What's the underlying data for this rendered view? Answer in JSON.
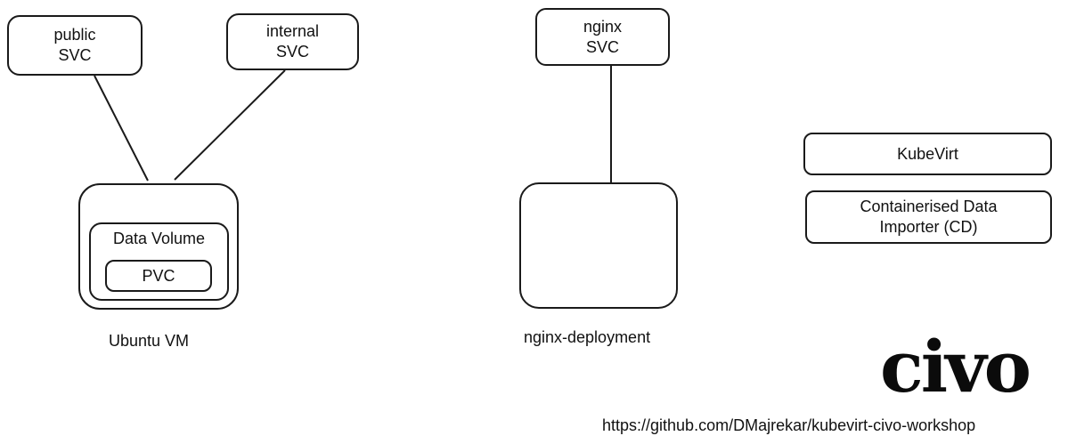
{
  "services": {
    "public": {
      "line1": "public",
      "line2": "SVC"
    },
    "internal": {
      "line1": "internal",
      "line2": "SVC"
    },
    "nginx": {
      "line1": "nginx",
      "line2": "SVC"
    }
  },
  "ubuntu_vm": {
    "data_volume_label": "Data Volume",
    "pvc_label": "PVC",
    "caption": "Ubuntu VM"
  },
  "nginx_deployment": {
    "caption": "nginx-deployment"
  },
  "components": {
    "kubevirt": "KubeVirt",
    "cdi_line1": "Containerised Data",
    "cdi_line2": "Importer (CD)"
  },
  "logo": {
    "text": "civo"
  },
  "footer": {
    "url": "https://github.com/DMajrekar/kubevirt-civo-workshop"
  },
  "colors": {
    "stroke": "#1a1a1a",
    "background": "#ffffff"
  }
}
